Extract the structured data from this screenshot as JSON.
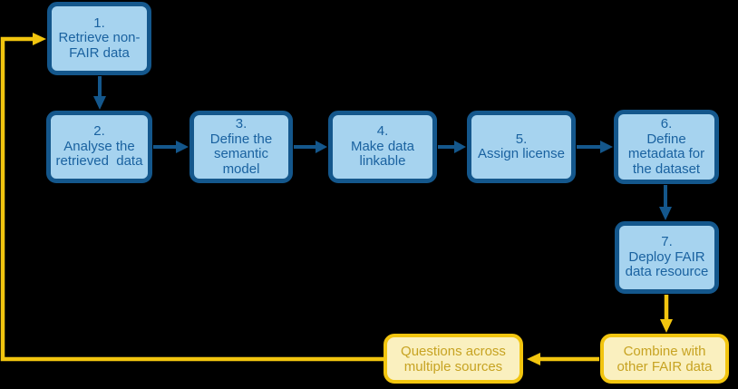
{
  "background": "#000000",
  "colors": {
    "blue-fill": "#a6d3ef",
    "blue-border": "#14578c",
    "blue-text": "#1a62a0",
    "blue-arrow": "#14578c",
    "yellow-fill": "#faf0bf",
    "yellow-border": "#f2c50f",
    "yellow-text": "#c7a322",
    "yellow-arrow": "#f2c50f"
  },
  "flowchart": {
    "steps": [
      {
        "id": "step-1",
        "label": "1.\nRetrieve non-\nFAIR data"
      },
      {
        "id": "step-2",
        "label": "2.\nAnalyse the\nretrieved  data"
      },
      {
        "id": "step-3",
        "label": "3.\nDefine the\nsemantic\nmodel"
      },
      {
        "id": "step-4",
        "label": "4.\nMake data\nlinkable"
      },
      {
        "id": "step-5",
        "label": "5.\nAssign license"
      },
      {
        "id": "step-6",
        "label": "6.\nDefine\nmetadata for\nthe dataset"
      },
      {
        "id": "step-7",
        "label": "7.\nDeploy FAIR\ndata resource"
      }
    ],
    "results": [
      {
        "id": "combine",
        "label": "Combine with\nother FAIR data"
      },
      {
        "id": "questions",
        "label": "Questions across\nmultiple sources"
      }
    ],
    "arrows": [
      {
        "from": "step-1",
        "to": "step-2",
        "color": "blue"
      },
      {
        "from": "step-2",
        "to": "step-3",
        "color": "blue"
      },
      {
        "from": "step-3",
        "to": "step-4",
        "color": "blue"
      },
      {
        "from": "step-4",
        "to": "step-5",
        "color": "blue"
      },
      {
        "from": "step-5",
        "to": "step-6",
        "color": "blue"
      },
      {
        "from": "step-6",
        "to": "step-7",
        "color": "blue"
      },
      {
        "from": "step-7",
        "to": "combine",
        "color": "yellow"
      },
      {
        "from": "combine",
        "to": "questions",
        "color": "yellow"
      },
      {
        "from": "questions",
        "to": "step-1",
        "color": "yellow"
      }
    ]
  }
}
